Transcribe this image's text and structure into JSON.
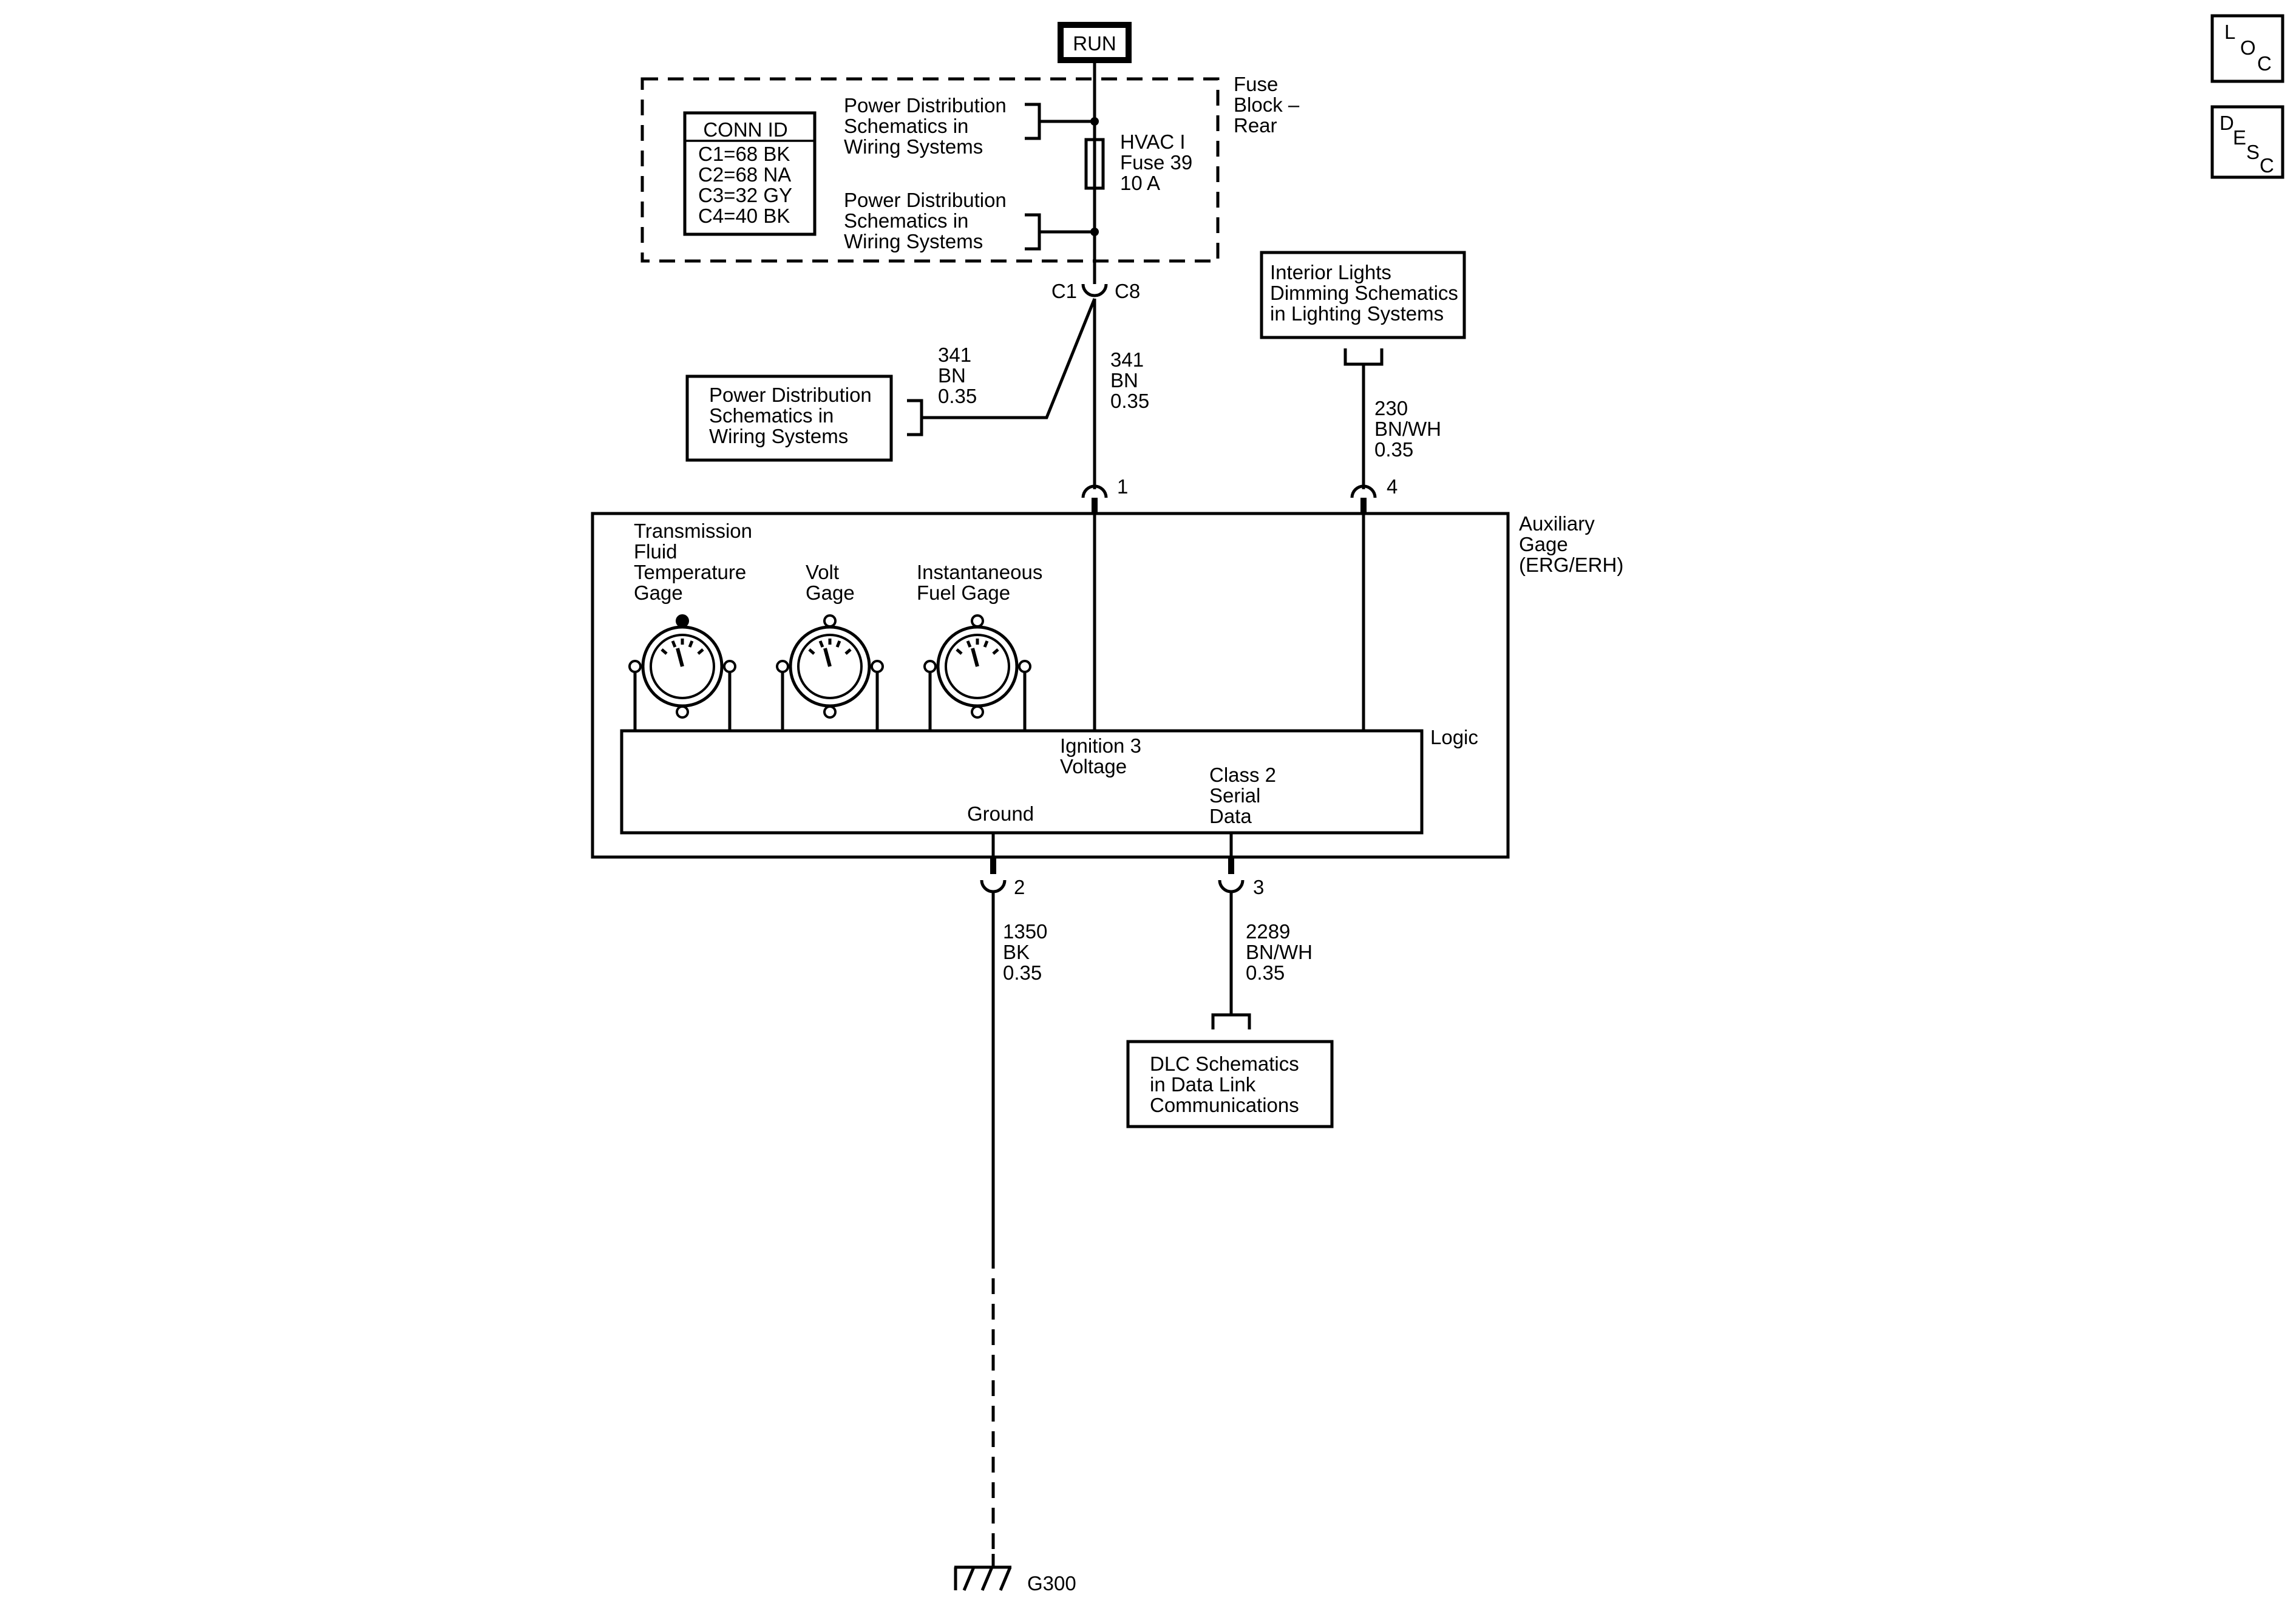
{
  "run": {
    "label": "RUN"
  },
  "fuse_block": {
    "name": [
      "Fuse",
      "Block –",
      "Rear"
    ],
    "conn_id": {
      "title": "CONN ID",
      "rows": [
        "C1=68 BK",
        "C2=68 NA",
        "C3=32 GY",
        "C4=40 BK"
      ]
    },
    "ref_top": [
      "Power Distribution",
      "Schematics in",
      "Wiring Systems"
    ],
    "ref_bottom": [
      "Power Distribution",
      "Schematics in",
      "Wiring Systems"
    ],
    "fuse": [
      "HVAC I",
      "Fuse 39",
      "10 A"
    ],
    "connector_left": "C1",
    "connector_right": "C8"
  },
  "side_ref": [
    "Power Distribution",
    "Schematics in",
    "Wiring Systems"
  ],
  "wire_341_left": [
    "341",
    "BN",
    "0.35"
  ],
  "wire_341_main": [
    "341",
    "BN",
    "0.35"
  ],
  "interior_lights_ref": [
    "Interior Lights",
    "Dimming Schematics",
    "in Lighting Systems"
  ],
  "wire_230": [
    "230",
    "BN/WH",
    "0.35"
  ],
  "pins": {
    "p1": "1",
    "p2": "2",
    "p3": "3",
    "p4": "4"
  },
  "gage_module": {
    "name": [
      "Auxiliary",
      "Gage",
      "(ERG/ERH)"
    ],
    "gages": {
      "trans": [
        "Transmission",
        "Fluid",
        "Temperature",
        "Gage"
      ],
      "volt": [
        "Volt",
        "Gage"
      ],
      "fuel": [
        "Instantaneous",
        "Fuel Gage"
      ]
    },
    "logic": "Logic",
    "ignition": [
      "Ignition 3",
      "Voltage"
    ],
    "class2": [
      "Class 2",
      "Serial",
      "Data"
    ],
    "ground": "Ground"
  },
  "wire_1350": [
    "1350",
    "BK",
    "0.35"
  ],
  "wire_2289": [
    "2289",
    "BN/WH",
    "0.35"
  ],
  "dlc_ref": [
    "DLC Schematics",
    "in Data Link",
    "Communications"
  ],
  "ground_label": "G300",
  "side_buttons": {
    "loc": [
      "L",
      "O",
      "C"
    ],
    "desc": [
      "D",
      "E",
      "S",
      "C"
    ]
  }
}
